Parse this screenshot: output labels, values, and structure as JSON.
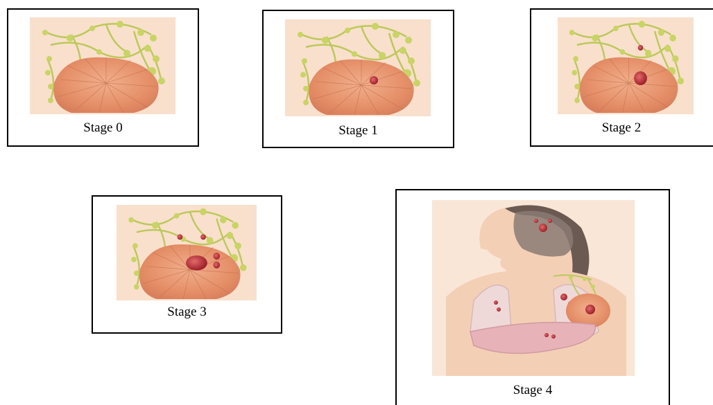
{
  "panels": [
    {
      "id": "stage-0",
      "caption": "Stage 0"
    },
    {
      "id": "stage-1",
      "caption": "Stage 1"
    },
    {
      "id": "stage-2",
      "caption": "Stage 2"
    },
    {
      "id": "stage-3",
      "caption": "Stage 3"
    },
    {
      "id": "stage-4",
      "caption": "Stage 4"
    }
  ],
  "colors": {
    "skin": "#f7dcc6",
    "breast": "#e89a72",
    "lymph": "#c9d36a",
    "tumor": "#b8303a",
    "border": "#000000"
  }
}
